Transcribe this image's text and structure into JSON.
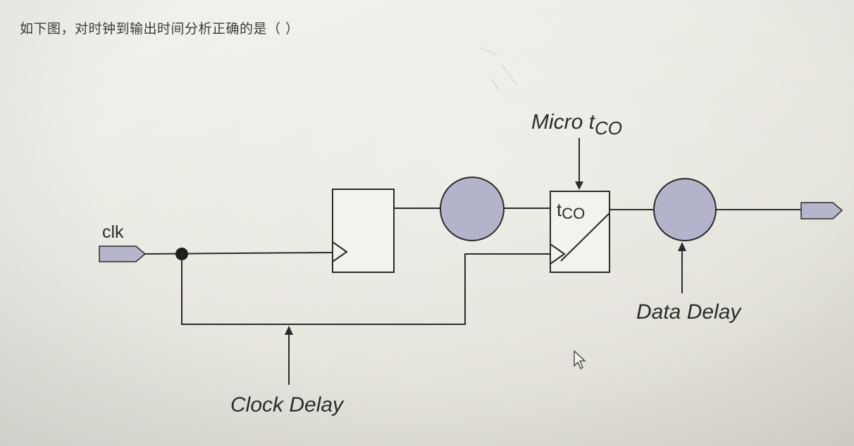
{
  "question": {
    "text": "如下图，对时钟到输出时间分析正确的是（ ）"
  },
  "diagram": {
    "clk_label": "clk",
    "micro_tco_label": "Micro t",
    "micro_tco_sub": "CO",
    "tco_label": "t",
    "tco_sub": "CO",
    "clock_delay_label": "Clock Delay",
    "data_delay_label": "Data Delay"
  }
}
